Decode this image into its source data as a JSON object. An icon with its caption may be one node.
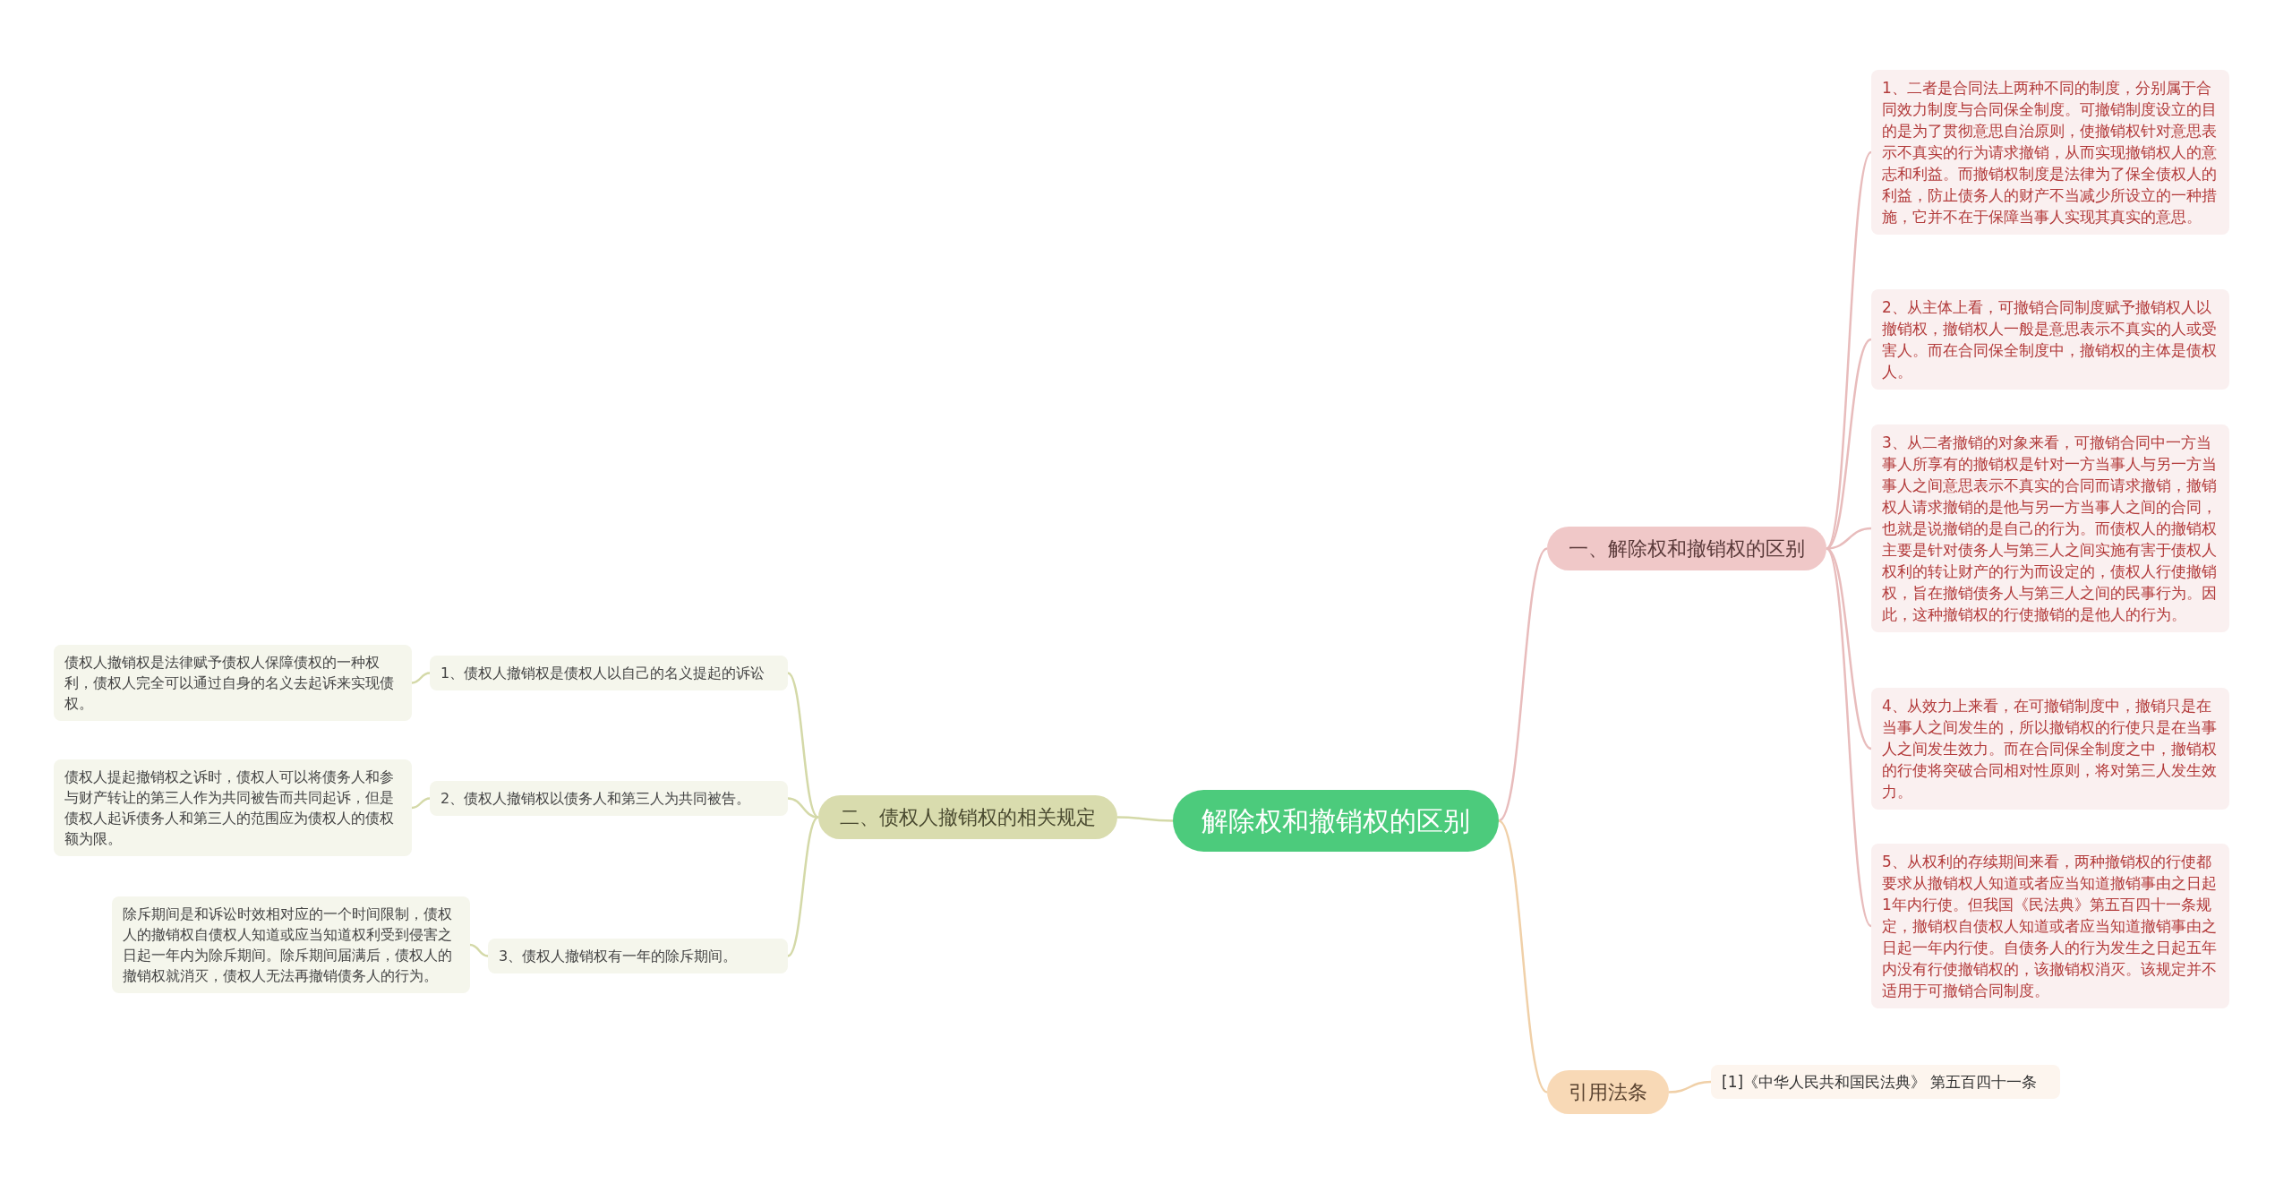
{
  "diagram": {
    "nodes": [
      {
        "text": [
          "解除权和撤销权的区别"
        ]
      },
      {
        "text": [
          "一、解除权和撤销权的区别"
        ]
      },
      {
        "text": [
          "1、二者是合同法上两种不同的制度，分别属于合同效力制度与合同保全制度。可撤销制度设立的目的是为了贯彻意思自治原则，使撤销权针对意思表示不真实的行为请求撤销，从而实现撤销权人的意志和利益。而撤销权制度是法律为了保全债权人的利益，防止债务人的财产不当减少所设立的一种措施，它并不在于保障当事人实现其真实的意思。"
        ]
      },
      {
        "text": [
          "2、从主体上看，可撤销合同制度赋予撤销权人以撤销权，撤销权人一般是意思表示不真实的人或受害人。而在合同保全制度中，撤销权的主体是债权人。"
        ]
      },
      {
        "text": [
          "3、从二者撤销的对象来看，可撤销合同中一方当事人所享有的撤销权是针对一方当事人与另一方当事人之间意思表示不真实的合同而请求撤销，撤销权人请求撤销的是他与另一方当事人之间的合同，也就是说撤销的是自己的行为。而债权人的撤销权主要是针对债务人与第三人之间实施有害于债权人权利的转让财产的行为而设定的，债权人行使撤销权，旨在撤销债务人与第三人之间的民事行为。因此，这种撤销权的行使撤销的是他人的行为。"
        ]
      },
      {
        "text": [
          "4、从效力上来看，在可撤销制度中，撤销只是在当事人之间发生的，所以撤销权的行使只是在当事人之间发生效力。而在合同保全制度之中，撤销权的行使将突破合同相对性原则，将对第三人发生效力。"
        ]
      },
      {
        "text": [
          "5、从权利的存续期间来看，两种撤销权的行使都要求从撤销权人知道或者应当知道撤销事由之日起1年内行使。但我国《民法典》第五百四十一条规定，撤销权自债权人知道或者应当知道撤销事由之日起一年内行使。自债务人的行为发生之日起五年内没有行使撤销权的，该撤销权消灭。该规定并不适用于可撤销合同制度。"
        ]
      },
      {
        "text": [
          "引用法条"
        ]
      },
      {
        "text": [
          "[1]《中华人民共和国民法典》 第五百四十一条"
        ]
      },
      {
        "text": [
          "二、债权人撤销权的相关规定"
        ]
      },
      {
        "text": [
          "1、债权人撤销权是债权人以自己的名义提起的诉讼"
        ]
      },
      {
        "text": [
          "债权人撤销权是法律赋予债权人保障债权的一种权利，债权人完全可以通过自身的名义去起诉来实现债权。"
        ]
      },
      {
        "text": [
          "2、债权人撤销权以债务人和第三人为共同被告。"
        ]
      },
      {
        "text": [
          "债权人提起撤销权之诉时，债权人可以将债务人和参与财产转让的第三人作为共同被告而共同起诉，但是债权人起诉债务人和第三人的范围应为债权人的债权额为限。"
        ]
      },
      {
        "text": [
          "3、债权人撤销权有一年的除斥期间。"
        ]
      },
      {
        "text": [
          "除斥期间是和诉讼时效相对应的一个时间限制，债权人的撤销权自债权人知道或应当知道权利受到侵害之日起一年内为除斥期间。除斥期间届满后，债权人的撤销权就消灭，债权人无法再撤销债务人的行为。"
        ]
      }
    ],
    "edges": [
      {
        "from": 0,
        "to": 1,
        "arrow": "none",
        "color": "#e8bcbc"
      },
      {
        "from": 1,
        "to": 2,
        "arrow": "none",
        "color": "#e8bcbc"
      },
      {
        "from": 1,
        "to": 3,
        "arrow": "none",
        "color": "#e8bcbc"
      },
      {
        "from": 1,
        "to": 4,
        "arrow": "none",
        "color": "#e8bcbc"
      },
      {
        "from": 1,
        "to": 5,
        "arrow": "none",
        "color": "#e8bcbc"
      },
      {
        "from": 1,
        "to": 6,
        "arrow": "none",
        "color": "#e8bcbc"
      },
      {
        "from": 0,
        "to": 7,
        "arrow": "none",
        "color": "#f0d0a8"
      },
      {
        "from": 7,
        "to": 8,
        "arrow": "none",
        "color": "#f0d0a8"
      },
      {
        "from": 0,
        "to": 9,
        "arrow": "none"
      },
      {
        "from": 9,
        "to": 10,
        "arrow": "none"
      },
      {
        "from": 10,
        "to": 11,
        "arrow": "none"
      },
      {
        "from": 9,
        "to": 12,
        "arrow": "none"
      },
      {
        "from": 12,
        "to": 13,
        "arrow": "none"
      },
      {
        "from": 9,
        "to": 14,
        "arrow": "none"
      },
      {
        "from": 14,
        "to": 15,
        "arrow": "none"
      }
    ]
  }
}
